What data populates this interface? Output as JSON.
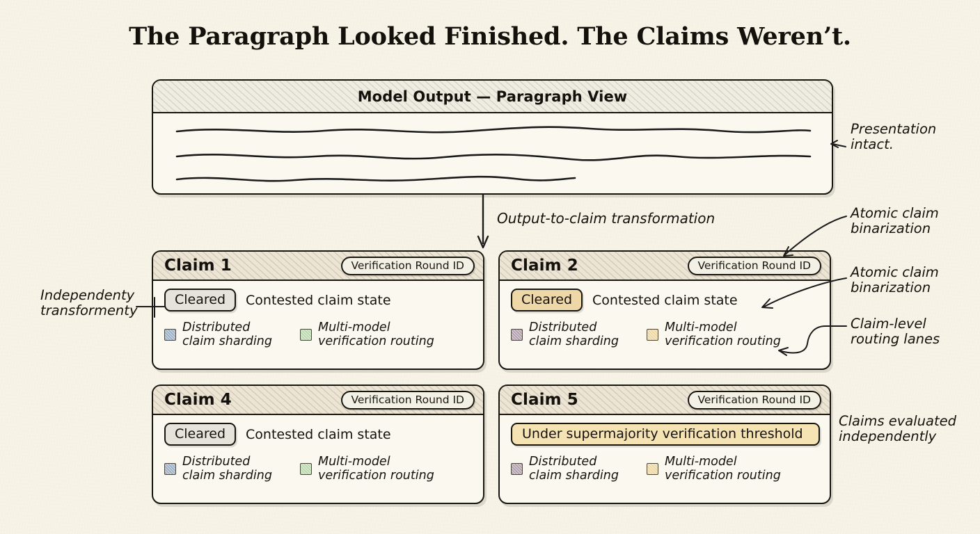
{
  "title": "The Paragraph Looked Finished. The Claims Weren’t.",
  "paragraph_panel": {
    "title": "Model Output — Paragraph View",
    "line_count": 3
  },
  "flow": {
    "label": "Output-to-claim transformation"
  },
  "lane_labels": {
    "left": "Distributed\nclaim sharding",
    "right": "Multi-model\nverification routing"
  },
  "round_pill_label": "Verification Round ID",
  "claims": [
    {
      "id": "claim-1",
      "title": "Claim 1",
      "round_pill": "Verification Round ID",
      "state_badge": "Cleared",
      "state_badge_variant": "neutral",
      "state_text": "Contested claim state",
      "state_wide": false,
      "lanes": [
        {
          "label": "Distributed\nclaim sharding",
          "color": "#9db0c6"
        },
        {
          "label": "Multi-model\nverification routing",
          "color": "#bcd9ae"
        }
      ]
    },
    {
      "id": "claim-2",
      "title": "Claim 2",
      "round_pill": "Verification Round ID",
      "state_badge": "Cleared",
      "state_badge_variant": "amber",
      "state_text": "Contested claim state",
      "state_wide": false,
      "lanes": [
        {
          "label": "Distributed\nclaim sharding",
          "color": "#b2a0ae"
        },
        {
          "label": "Multi-model\nverification routing",
          "color": "#edd7a2"
        }
      ]
    },
    {
      "id": "claim-4",
      "title": "Claim 4",
      "round_pill": "Verification Round ID",
      "state_badge": "Cleared",
      "state_badge_variant": "neutral",
      "state_text": "Contested claim state",
      "state_wide": false,
      "lanes": [
        {
          "label": "Distributed\nclaim sharding",
          "color": "#9db0c6"
        },
        {
          "label": "Multi-model\nverification routing",
          "color": "#bcd9ae"
        }
      ]
    },
    {
      "id": "claim-5",
      "title": "Claim 5",
      "round_pill": "Verification Round ID",
      "state_badge": "Under supermajority verification threshold",
      "state_badge_variant": "amber",
      "state_text": "",
      "state_wide": true,
      "lanes": [
        {
          "label": "Distributed\nclaim sharding",
          "color": "#b2a0ae"
        },
        {
          "label": "Multi-model\nverification routing",
          "color": "#edd7a2"
        }
      ]
    }
  ],
  "annotations": {
    "presentation": "Presentation\nintact.",
    "atomic_1": "Atomic claim\nbinarization",
    "atomic_2": "Atomic claim\nbinarization",
    "routing": "Claim-level\nrouting lanes",
    "evaluated": "Claims evaluated\nindependently",
    "independenty": "Independenty\ntransformenty"
  },
  "colors": {
    "paper": "#f7f3e7",
    "ink": "#17150f",
    "card": "#fbf8f0",
    "header_neutral": "#efece2",
    "header_tan": "#ece5d6",
    "amber_badge": "#eed8a8",
    "amber_wide": "#f6e3b4",
    "neutral_badge": "#e6e3da"
  }
}
